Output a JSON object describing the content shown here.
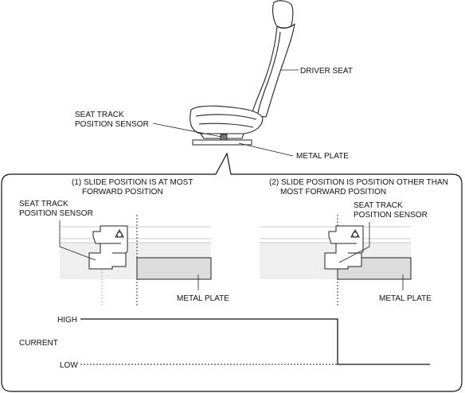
{
  "diagram": {
    "top": {
      "driver_seat_label": "DRIVER SEAT",
      "sensor_label_line1": "SEAT TRACK",
      "sensor_label_line2": "POSITION SENSOR",
      "metal_plate_label": "METAL PLATE"
    },
    "panel_left": {
      "title_line1": "(1) SLIDE POSITION IS AT MOST",
      "title_line2": "FORWARD POSITION",
      "sensor_label_line1": "SEAT TRACK",
      "sensor_label_line2": "POSITION SENSOR",
      "metal_plate_label": "METAL PLATE"
    },
    "panel_right": {
      "title_line1": "(2) SLIDE POSITION IS POSITION OTHER THAN",
      "title_line2": "MOST FORWARD POSITION",
      "sensor_label_line1": "SEAT TRACK",
      "sensor_label_line2": "POSITION SENSOR",
      "metal_plate_label": "METAL PLATE"
    },
    "signal": {
      "high_label": "HIGH",
      "low_label": "LOW",
      "axis_label": "CURRENT"
    }
  }
}
